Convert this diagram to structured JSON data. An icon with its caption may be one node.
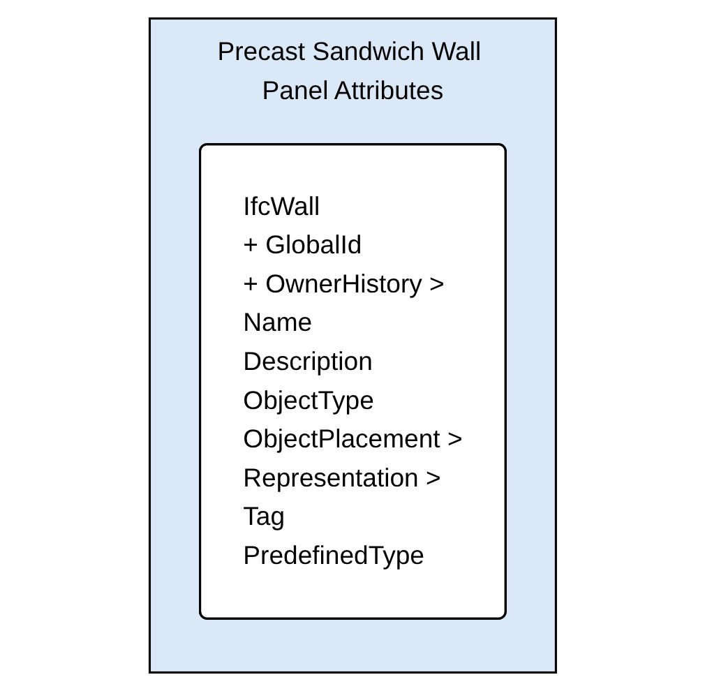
{
  "diagram": {
    "nodes": [
      {
        "text": [
          "Precast Sandwich Wall Panel Attributes"
        ]
      },
      {
        "text": [
          "IfcWall",
          "+ GlobalId",
          "+ OwnerHistory >",
          "Name",
          "Description",
          "ObjectType",
          "ObjectPlacement >",
          "Representation >",
          "Tag",
          "PredefinedType"
        ],
        "in": 0
      }
    ],
    "edges": []
  }
}
